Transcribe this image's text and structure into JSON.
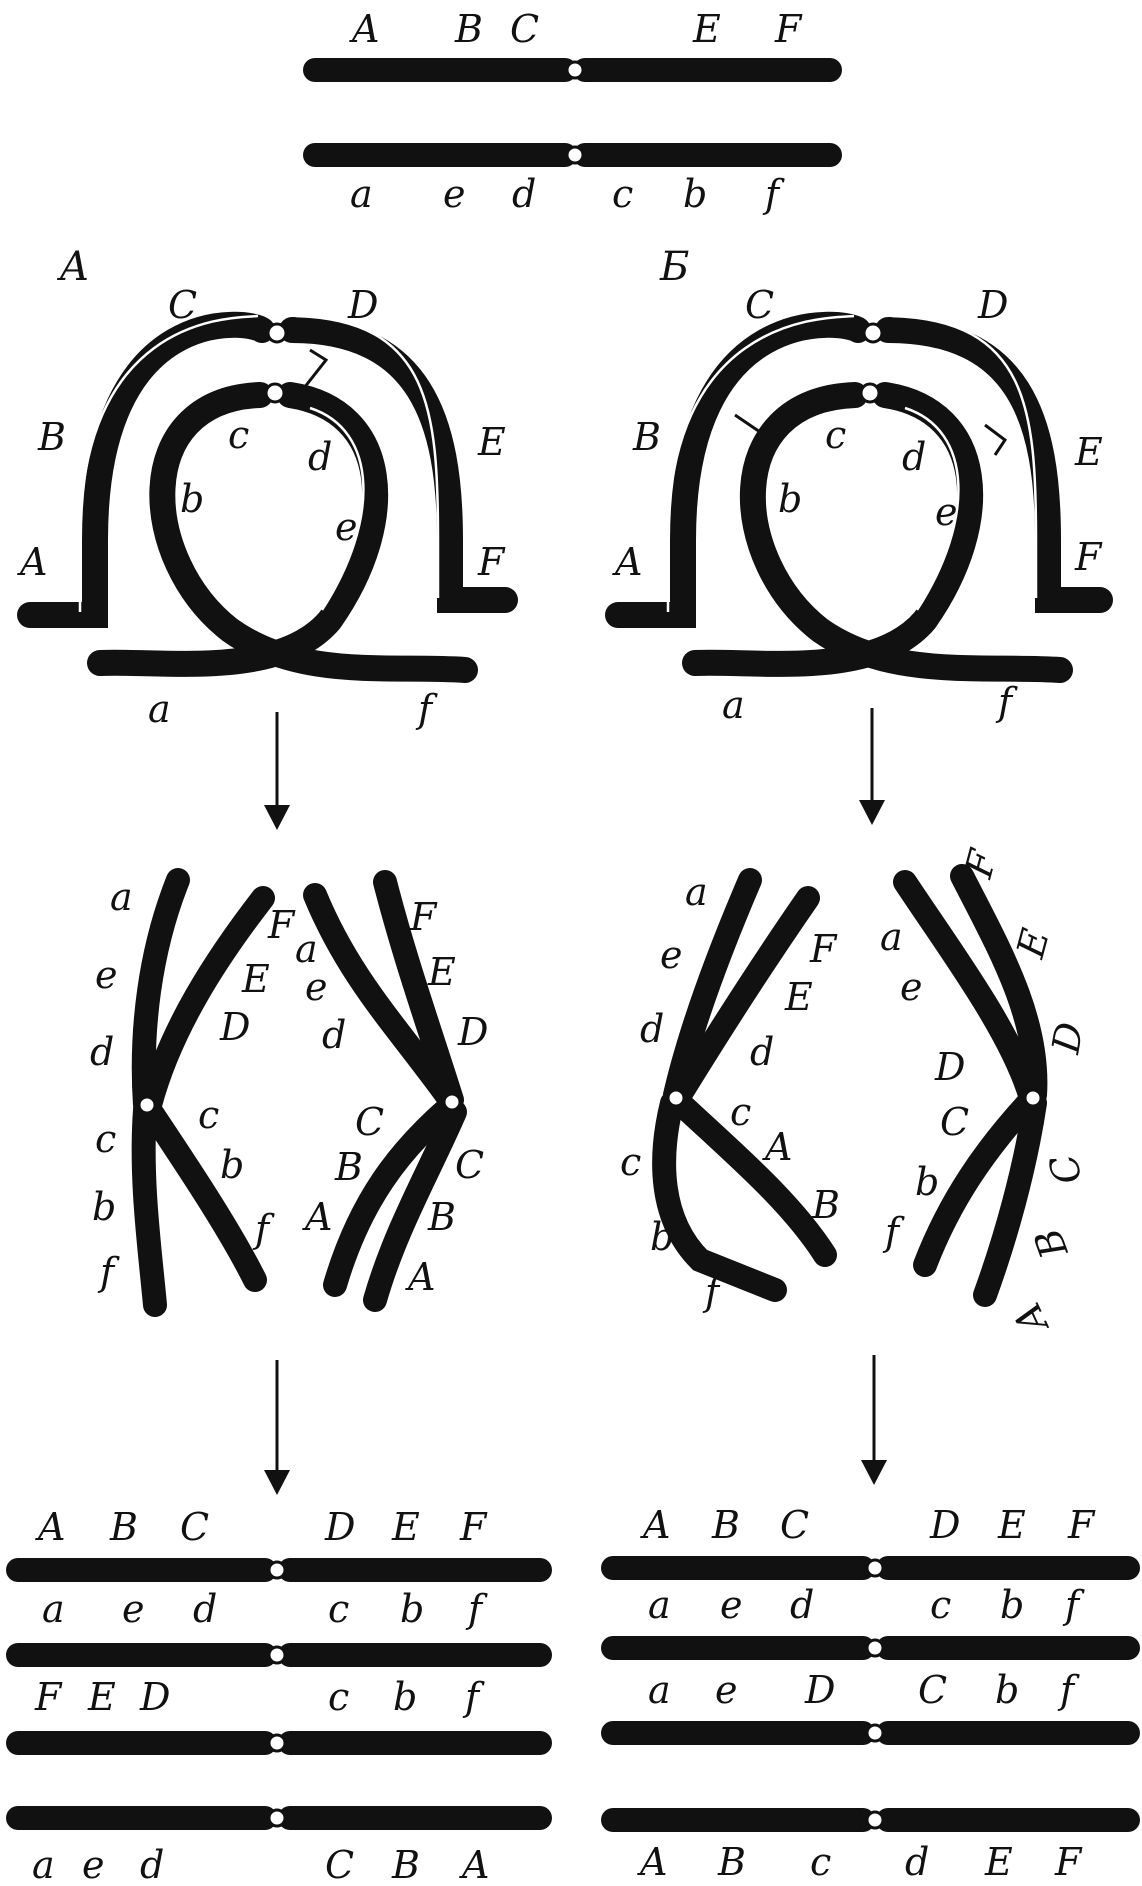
{
  "top": {
    "upper_labels": [
      "A",
      "B",
      "C",
      "E",
      "F"
    ],
    "lower_labels": [
      "a",
      "e",
      "d",
      "c",
      "b",
      "f"
    ]
  },
  "panels": {
    "left": "A",
    "right": "Б"
  },
  "loop_left": {
    "outer": [
      "A",
      "B",
      "C",
      "D",
      "E",
      "F"
    ],
    "inner": [
      "a",
      "b",
      "c",
      "d",
      "e",
      "f"
    ]
  },
  "loop_right": {
    "outer": [
      "A",
      "B",
      "C",
      "D",
      "E",
      "F"
    ],
    "inner": [
      "a",
      "b",
      "c",
      "d",
      "e",
      "f"
    ]
  },
  "anaphase_left": {
    "x1": [
      "a",
      "e",
      "d",
      "c",
      "b",
      "f"
    ],
    "x2": [
      "F",
      "E",
      "D",
      "c",
      "b",
      "f"
    ],
    "x3": [
      "a",
      "e",
      "d",
      "C",
      "B",
      "A"
    ],
    "x4": [
      "F",
      "E",
      "D",
      "C",
      "B",
      "A"
    ]
  },
  "anaphase_right": {
    "x1": [
      "a",
      "e",
      "d",
      "c",
      "b",
      "f"
    ],
    "x2": [
      "F",
      "E",
      "d",
      "c",
      "A",
      "B"
    ],
    "x3": [
      "a",
      "e",
      "D",
      "C",
      "b",
      "f"
    ],
    "x4": [
      "F",
      "E",
      "D",
      "C",
      "B",
      "A"
    ]
  },
  "products_left": [
    {
      "top": [
        "A",
        "B",
        "C",
        "D",
        "E",
        "F"
      ],
      "bottom": []
    },
    {
      "top": [],
      "bottom": [
        "a",
        "e",
        "d",
        "c",
        "b",
        "f"
      ]
    },
    {
      "top": [],
      "bottom": [
        "F",
        "E",
        "D",
        "c",
        "b",
        "f"
      ]
    },
    {
      "top": [],
      "bottom": [
        "a",
        "e",
        "d",
        "C",
        "B",
        "A"
      ]
    }
  ],
  "products_right": [
    {
      "top": [
        "A",
        "B",
        "C",
        "D",
        "E",
        "F"
      ],
      "bottom": []
    },
    {
      "top": [],
      "bottom": [
        "a",
        "e",
        "d",
        "c",
        "b",
        "f"
      ]
    },
    {
      "top": [],
      "bottom": [
        "a",
        "e",
        "D",
        "C",
        "b",
        "f"
      ]
    },
    {
      "top": [],
      "bottom": [
        "A",
        "B",
        "c",
        "d",
        "E",
        "F"
      ]
    }
  ]
}
